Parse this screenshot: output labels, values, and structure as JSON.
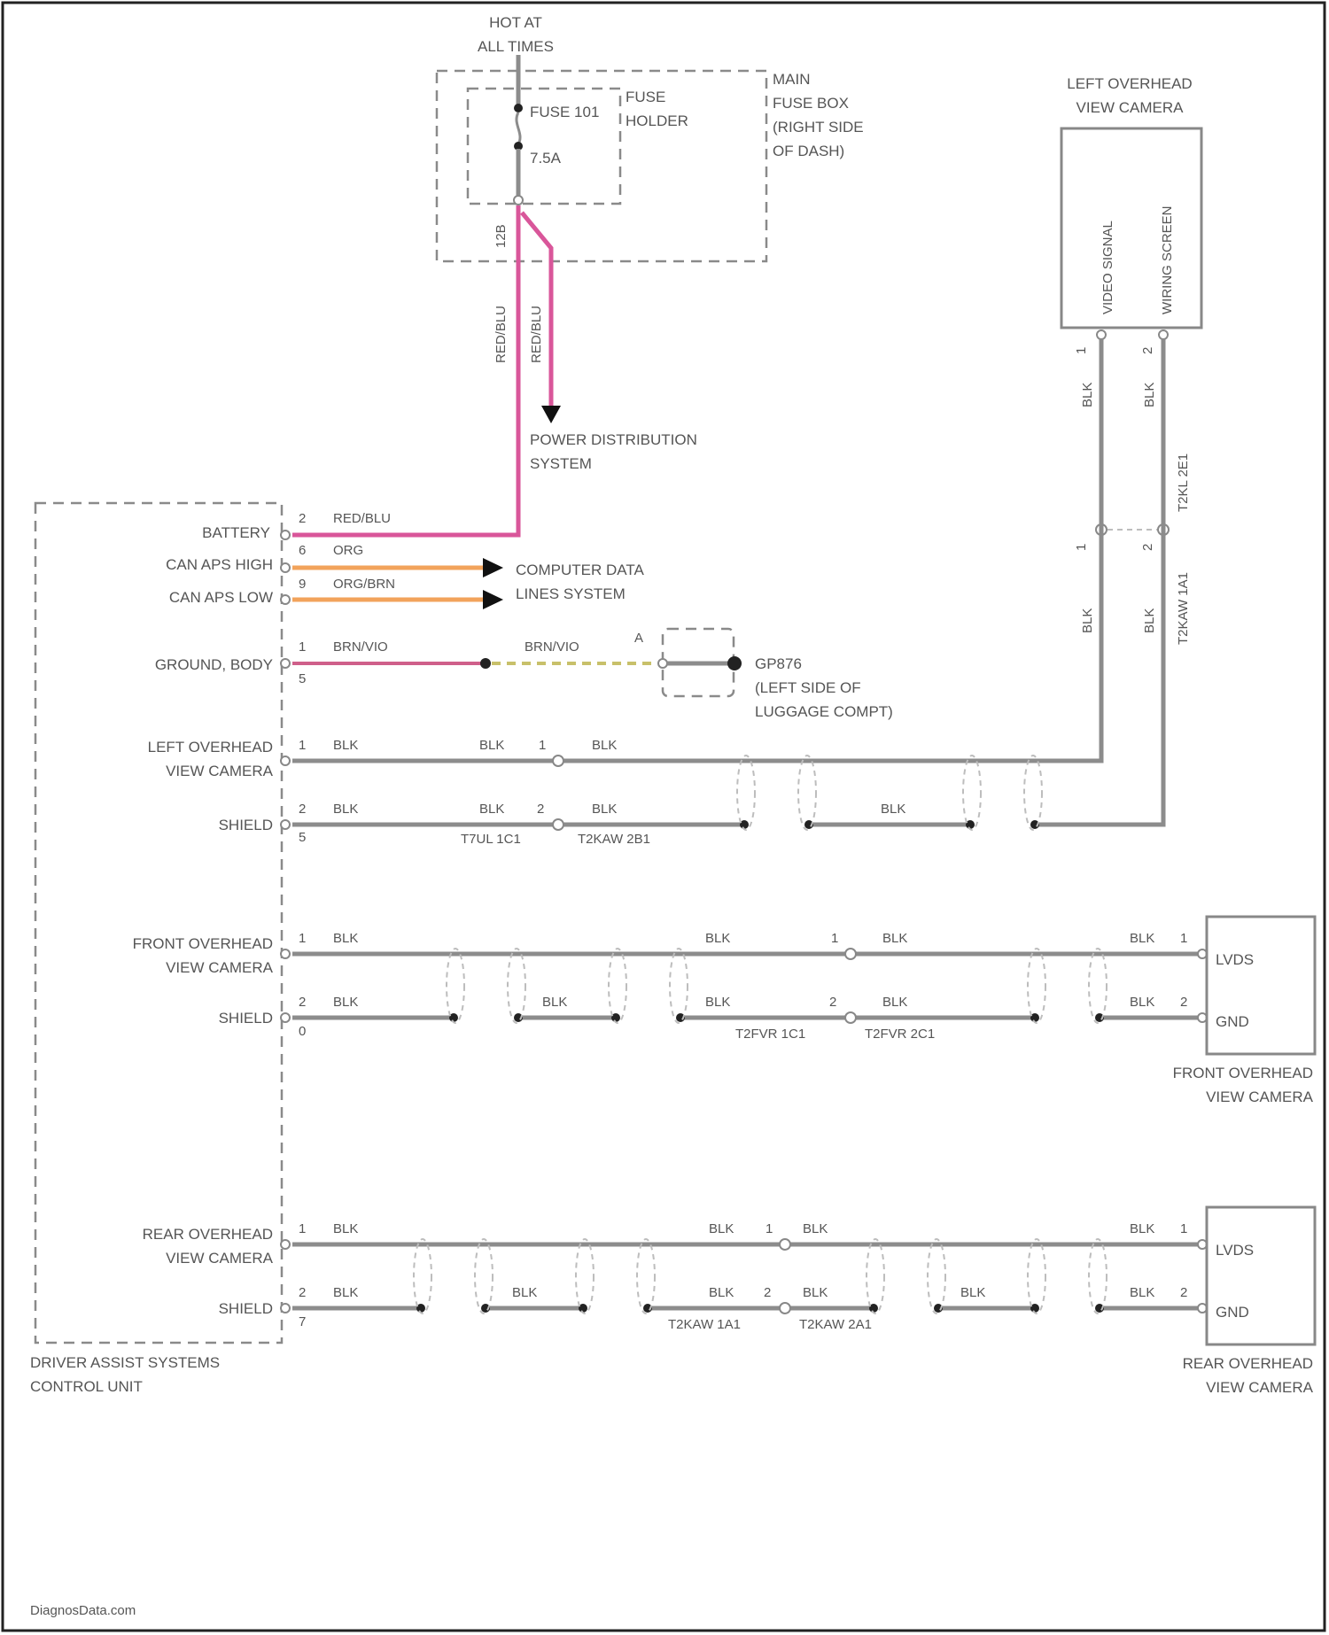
{
  "power": {
    "hot_line1": "HOT AT",
    "hot_line2": "ALL TIMES",
    "fuse_name": "FUSE 101",
    "fuse_rating": "7.5A",
    "fuse_holder_line1": "FUSE",
    "fuse_holder_line2": "HOLDER",
    "fuse_box_line1": "MAIN",
    "fuse_box_line2": "FUSE BOX",
    "fuse_box_line3": "(RIGHT SIDE",
    "fuse_box_line4": "OF DASH)",
    "terminal": "12B",
    "wire_color_left": "RED/BLU",
    "wire_color_right": "RED/BLU",
    "pds_line1": "POWER DISTRIBUTION",
    "pds_line2": "SYSTEM"
  },
  "control_unit": {
    "name_line1": "DRIVER ASSIST SYSTEMS",
    "name_line2": "CONTROL UNIT",
    "pins": [
      {
        "label": "BATTERY",
        "pin": "2",
        "color": "RED/BLU"
      },
      {
        "label": "CAN APS HIGH",
        "pin": "6",
        "color": "ORG"
      },
      {
        "label": "CAN APS LOW",
        "pin": "9",
        "color": "ORG/BRN"
      },
      {
        "label": "GROUND, BODY",
        "pin": "1",
        "pin2": "5",
        "color": "BRN/VIO"
      }
    ]
  },
  "computer_data": {
    "line1": "COMPUTER DATA",
    "line2": "LINES SYSTEM"
  },
  "ground": {
    "wire_color": "BRN/VIO",
    "splice": "A",
    "name": "GP876",
    "loc_line1": "(LEFT SIDE OF",
    "loc_line2": "LUGGAGE COMPT)"
  },
  "left_camera": {
    "title_line1": "LEFT OVERHEAD",
    "title_line2": "VIEW CAMERA",
    "signal1": "VIDEO SIGNAL",
    "signal2": "WIRING SCREEN",
    "pin1": "1",
    "pin2": "2",
    "wire1_top": "BLK",
    "wire2_top": "BLK",
    "pin_a": "1",
    "pin_b": "2",
    "conn_top": "T2KL 2E1",
    "conn_bottom": "T2KAW 1A1",
    "wire1_mid": "BLK",
    "wire2_mid": "BLK",
    "ecu_label_line1": "LEFT OVERHEAD",
    "ecu_label_line2": "VIEW CAMERA",
    "shield_label": "SHIELD",
    "ecu_pin1": "1",
    "ecu_pin2": "2",
    "ecu_pin3": "5",
    "c_wire1": "BLK",
    "c_wire2": "BLK",
    "c_wire3": "BLK",
    "c_wire4": "BLK",
    "c_wire5": "BLK",
    "c_wire6": "BLK",
    "c_wire7": "BLK",
    "inline_pin1": "1",
    "inline_pin2": "2",
    "conn_a": "T7UL 1C1",
    "conn_b": "T2KAW 2B1"
  },
  "front_camera": {
    "ecu_label_line1": "FRONT OVERHEAD",
    "ecu_label_line2": "VIEW CAMERA",
    "shield_label": "SHIELD",
    "ecu_pin1": "1",
    "ecu_pin2": "2",
    "ecu_pin3": "0",
    "w1a": "BLK",
    "w1b": "BLK",
    "w1c": "BLK",
    "w1d": "BLK",
    "w2a": "BLK",
    "w2b": "BLK",
    "w2c": "BLK",
    "w2d": "BLK",
    "w2e": "BLK",
    "inline_pin1": "1",
    "inline_pin2": "2",
    "conn_a": "T2FVR 1C1",
    "conn_b": "T2FVR 2C1",
    "cam_pin1": "1",
    "cam_pin2": "2",
    "cam_sig1": "LVDS",
    "cam_sig2": "GND",
    "title_line1": "FRONT OVERHEAD",
    "title_line2": "VIEW CAMERA"
  },
  "rear_camera": {
    "ecu_label_line1": "REAR OVERHEAD",
    "ecu_label_line2": "VIEW CAMERA",
    "shield_label": "SHIELD",
    "ecu_pin1": "1",
    "ecu_pin2": "2",
    "ecu_pin3": "7",
    "w1a": "BLK",
    "w1b": "BLK",
    "w1c": "BLK",
    "w1d": "BLK",
    "w2a": "BLK",
    "w2b": "BLK",
    "w2c": "BLK",
    "w2d": "BLK",
    "w2e": "BLK",
    "w2f": "BLK",
    "inline_pin1": "1",
    "inline_pin2": "2",
    "conn_a": "T2KAW 1A1",
    "conn_b": "T2KAW 2A1",
    "cam_pin1": "1",
    "cam_pin2": "2",
    "cam_sig1": "LVDS",
    "cam_sig2": "GND",
    "title_line1": "REAR OVERHEAD",
    "title_line2": "VIEW CAMERA"
  },
  "footer": "DiagnosData.com"
}
